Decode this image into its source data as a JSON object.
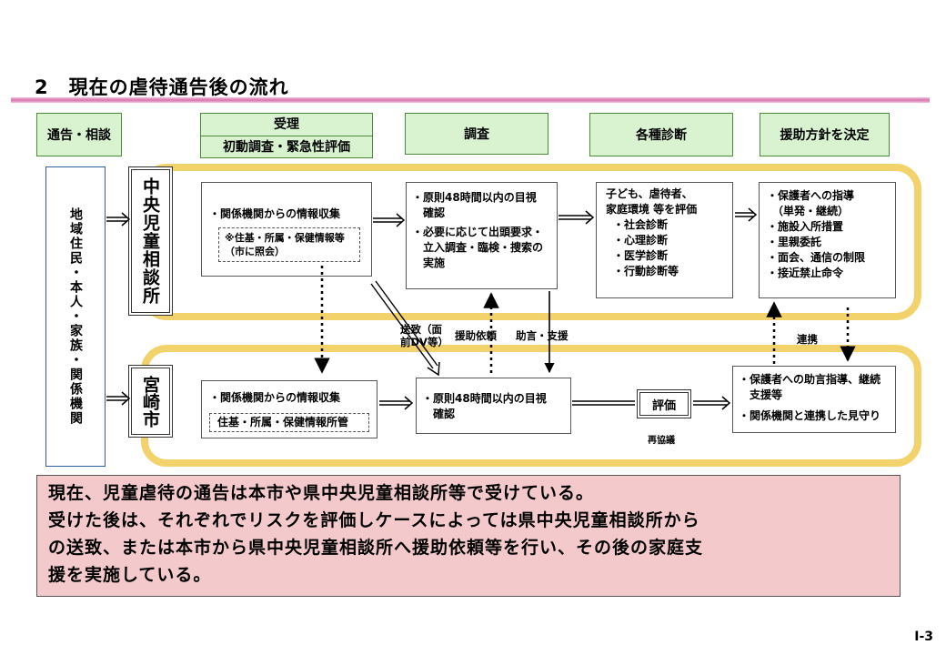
{
  "title": "2　現在の虐待通告後の流れ",
  "headers": {
    "report": "通告・相談",
    "receive": "受理",
    "receive_sub": "初動調査・緊急性評価",
    "investigate": "調査",
    "diagnose": "各種診断",
    "decide": "援助方針を決定"
  },
  "left_column": "地域住民・本人・家族・関係機関",
  "org_center": "中央児童相談所",
  "org_city": "宮崎市",
  "center_row": {
    "collect": "・関係機関からの情報収集",
    "collect_note_1": "※住基・所属・保健情報等",
    "collect_note_2": "（市に照会）",
    "inv_1": "・原則48時間以内の目視",
    "inv_2": "　確認",
    "inv_3": "・必要に応じて出頭要求・",
    "inv_4": "　立入調査・臨検・捜索の",
    "inv_5": "　実施",
    "diag_1": "子ども、虐待者、",
    "diag_2": "家庭環境 等を評価",
    "diag_3": "・社会診断",
    "diag_4": "・心理診断",
    "diag_5": "・医学診断",
    "diag_6": "・行動診断等",
    "dec_1": "・保護者への指導",
    "dec_2": "　（単発・継続）",
    "dec_3": "・施設入所措置",
    "dec_4": "・里親委託",
    "dec_5": "・面会、通信の制限",
    "dec_6": "・接近禁止命令"
  },
  "city_row": {
    "collect": "・関係機関からの情報収集",
    "collect_note": "住基・所属・保健情報所管",
    "inv_1": "・原則48時間以内の目視",
    "inv_2": "　確認",
    "eval": "評価",
    "recon": "再協議",
    "dec_1": "・保護者への助言指導、継続",
    "dec_2": "　支援等",
    "dec_3": "・関係機関と連携した見守り"
  },
  "links": {
    "send_1": "送致（面",
    "send_2": "前DV等）",
    "assist": "援助依頼",
    "advice": "助言・支援",
    "coop": "連携"
  },
  "note": [
    "現在、児童虐待の通告は本市や県中央児童相談所等で受けている。",
    "受けた後は、それぞれでリスクを評価しケースによっては県中央児童相談所から",
    "の送致、または本市から県中央児童相談所へ援助依頼等を行い、その後の家庭支",
    "援を実施している。"
  ],
  "page_number": "Ⅰ-3",
  "colors": {
    "band": "#f2d36b",
    "header_fill": "#d9f2d0",
    "note_fill": "#f3c9cc",
    "rule": "#d873ae"
  }
}
